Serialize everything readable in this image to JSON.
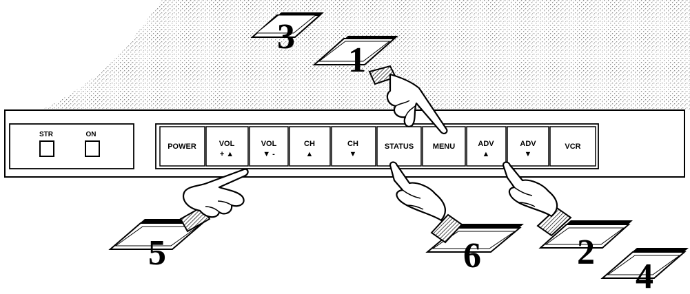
{
  "panel": {
    "left_group": [
      {
        "label": "STR"
      },
      {
        "label": "ON"
      }
    ],
    "buttons": [
      {
        "line1": "POWER",
        "line2": ""
      },
      {
        "line1": "VOL",
        "line2": "+ ▲"
      },
      {
        "line1": "VOL",
        "line2": "▼ -"
      },
      {
        "line1": "CH",
        "line2": "▲"
      },
      {
        "line1": "CH",
        "line2": "▼"
      },
      {
        "line1": "STATUS",
        "line2": ""
      },
      {
        "line1": "MENU",
        "line2": ""
      },
      {
        "line1": "ADV",
        "line2": "▲"
      },
      {
        "line1": "ADV",
        "line2": "▼"
      },
      {
        "line1": "VCR",
        "line2": ""
      }
    ]
  },
  "step_cards": [
    {
      "number": "3",
      "target": "MENU"
    },
    {
      "number": "1",
      "target": "MENU"
    },
    {
      "number": "5",
      "target": "VOL ▼ -"
    },
    {
      "number": "6",
      "target": "STATUS"
    },
    {
      "number": "2",
      "target": "ADV ▲"
    },
    {
      "number": "4",
      "target": "ADV ▲"
    }
  ]
}
